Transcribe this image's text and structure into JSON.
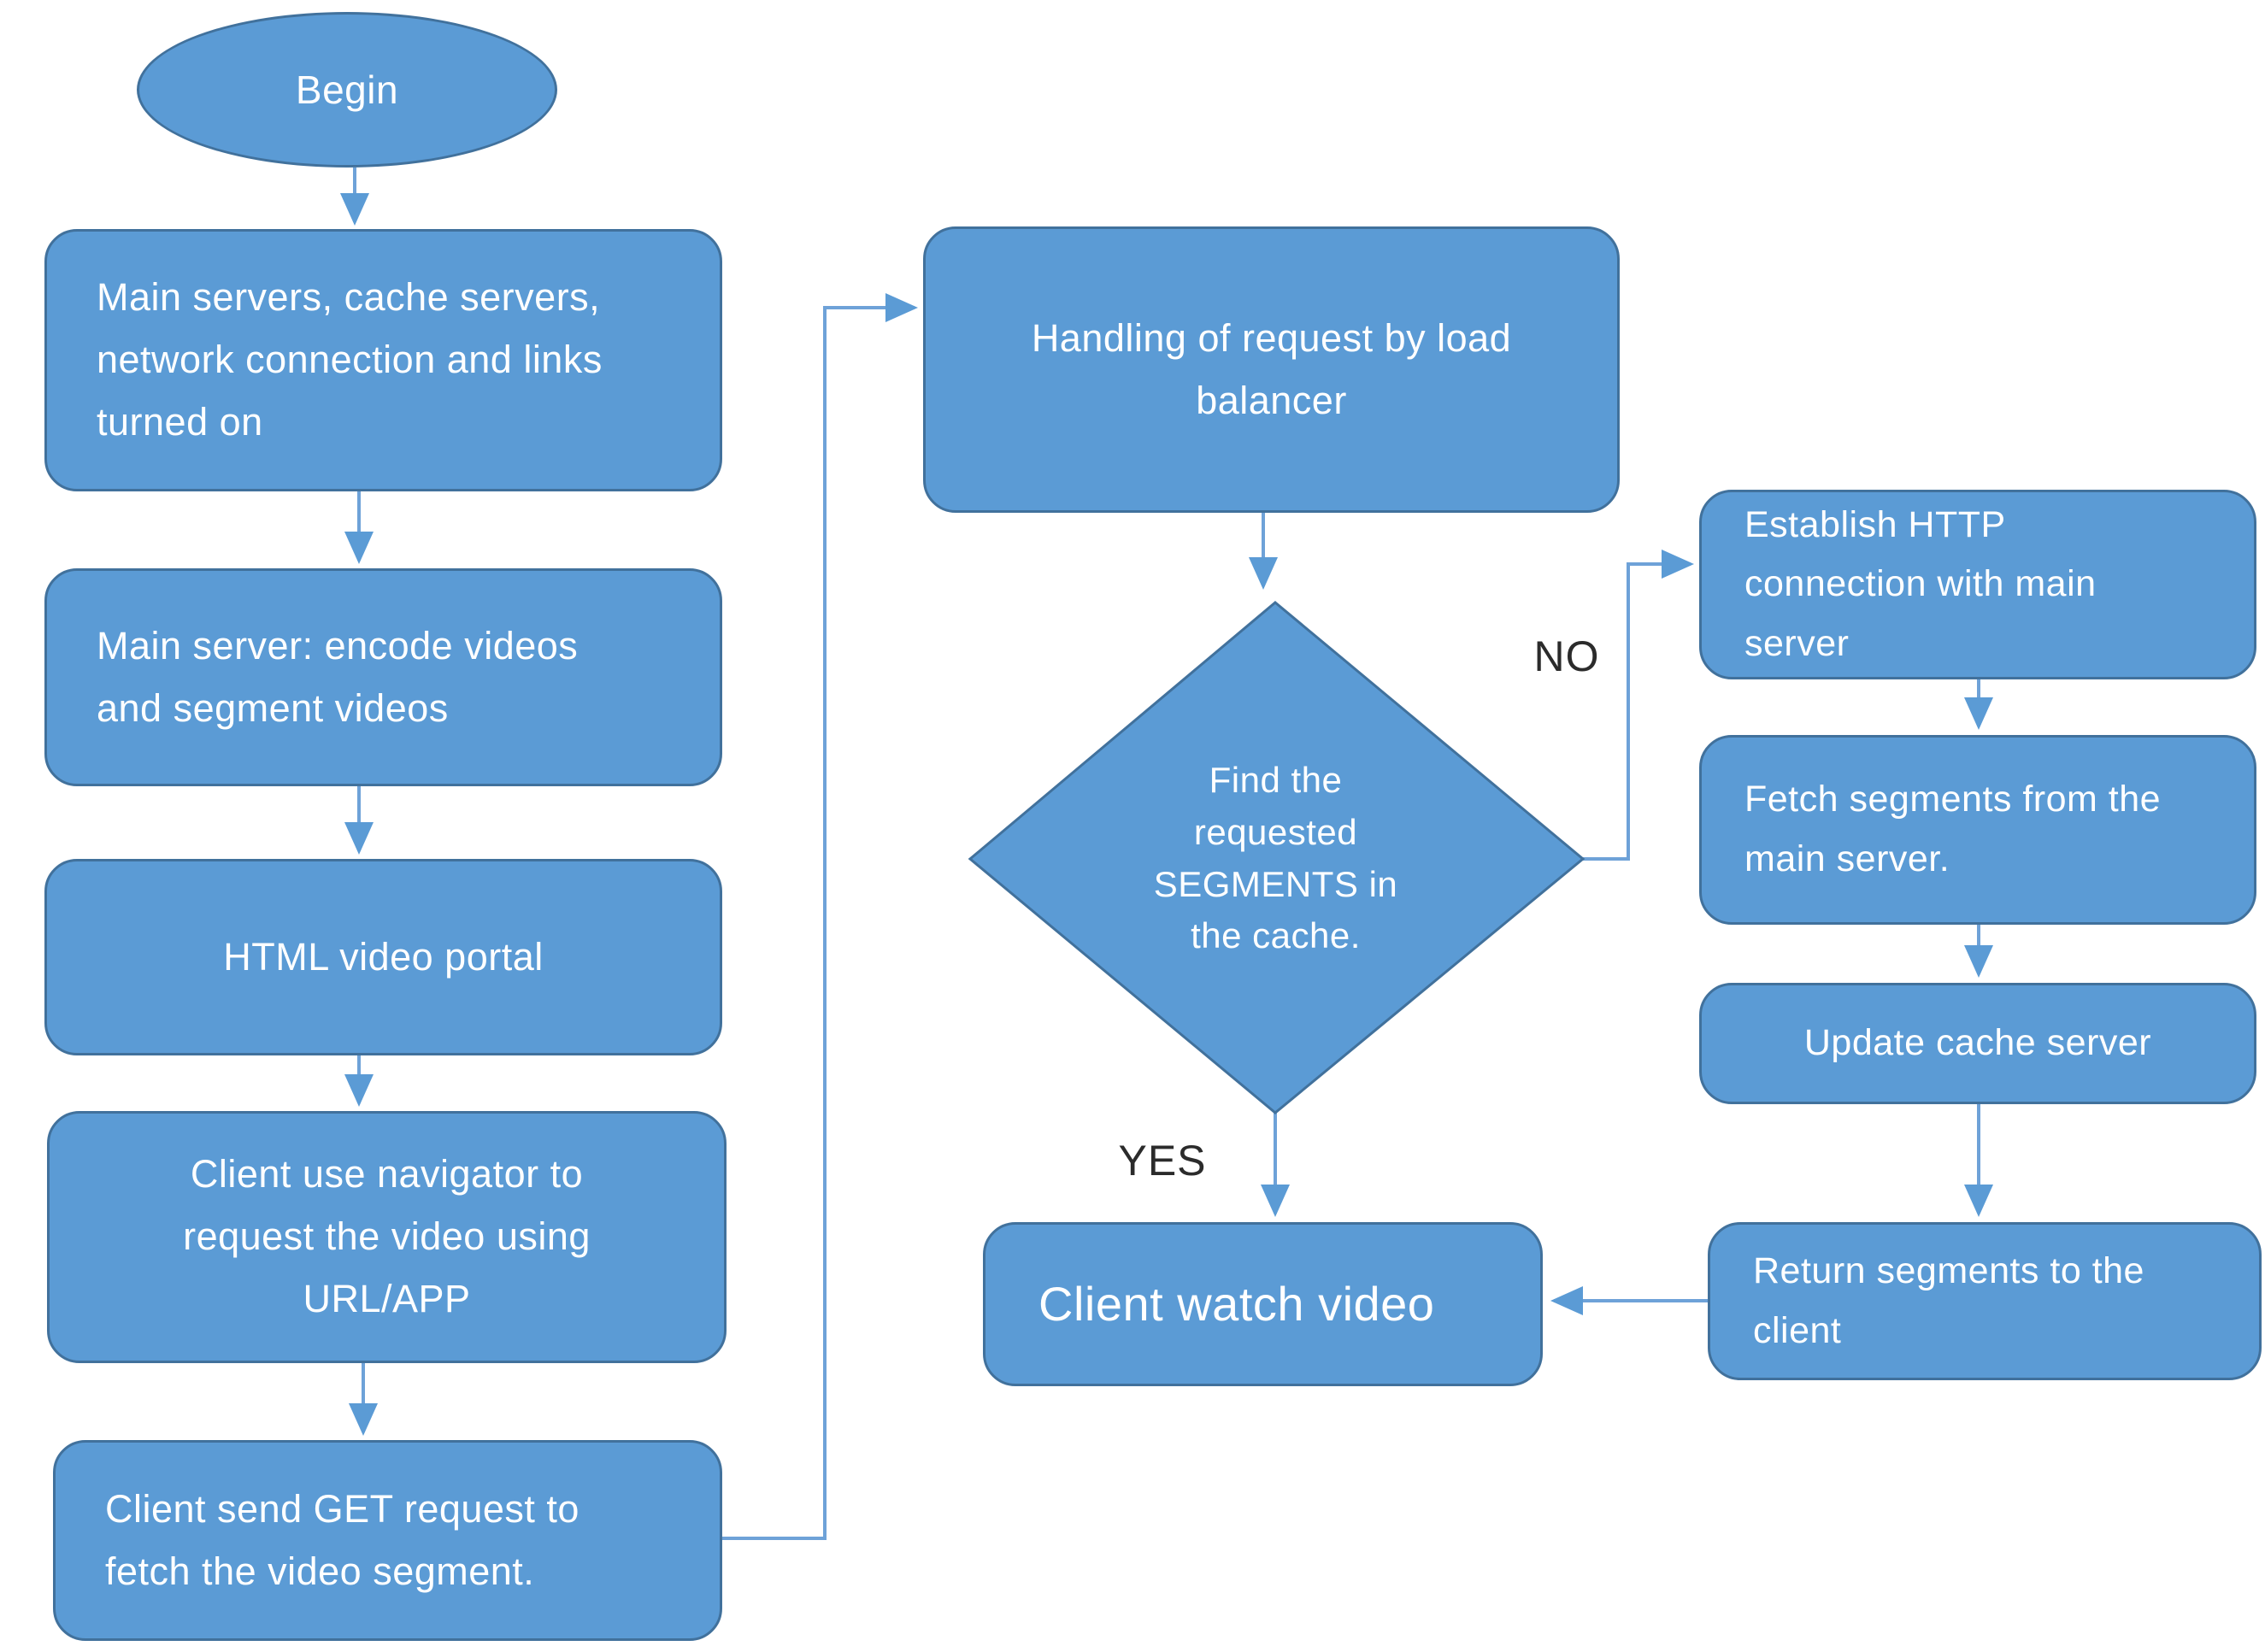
{
  "diagram": {
    "type": "flowchart",
    "nodes": {
      "begin": {
        "shape": "ellipse",
        "label": "Begin"
      },
      "setup": {
        "shape": "rounded-rect",
        "label": "Main servers, cache servers, network connection and links turned on"
      },
      "encode": {
        "shape": "rounded-rect",
        "label": "Main server: encode videos and segment videos"
      },
      "portal": {
        "shape": "rounded-rect",
        "label": "HTML video portal"
      },
      "navigate": {
        "shape": "rounded-rect",
        "label": "Client use navigator to request the video using URL/APP"
      },
      "get_request": {
        "shape": "rounded-rect",
        "label": "Client send GET request to fetch the video segment."
      },
      "load_balancer": {
        "shape": "rounded-rect",
        "label": "Handling of request by load balancer"
      },
      "find_segments": {
        "shape": "diamond",
        "label": "Find the requested SEGMENTS in the cache."
      },
      "watch_video": {
        "shape": "rounded-rect",
        "label": "Client watch video"
      },
      "establish_http": {
        "shape": "rounded-rect",
        "label": "Establish HTTP connection with main server"
      },
      "fetch_segments": {
        "shape": "rounded-rect",
        "label": "Fetch segments from the main server."
      },
      "update_cache": {
        "shape": "rounded-rect",
        "label": "Update cache server"
      },
      "return_segments": {
        "shape": "rounded-rect",
        "label": "Return segments to the client"
      }
    },
    "branch_labels": {
      "no": "NO",
      "yes": "YES"
    },
    "edges": [
      "begin -> setup",
      "setup -> encode",
      "encode -> portal",
      "portal -> navigate",
      "navigate -> get_request",
      "get_request -> load_balancer",
      "load_balancer -> find_segments",
      "find_segments -NO-> establish_http",
      "find_segments -YES-> watch_video",
      "establish_http -> fetch_segments",
      "fetch_segments -> update_cache",
      "update_cache -> return_segments",
      "return_segments -> watch_video"
    ],
    "colors": {
      "node_fill": "#5b9bd5",
      "node_border": "#41719c",
      "connector": "#6ea2d8",
      "arrowhead": "#5b9bd5",
      "node_text": "#ffffff",
      "branch_label_text": "#2b2b2b",
      "background": "#ffffff"
    }
  }
}
